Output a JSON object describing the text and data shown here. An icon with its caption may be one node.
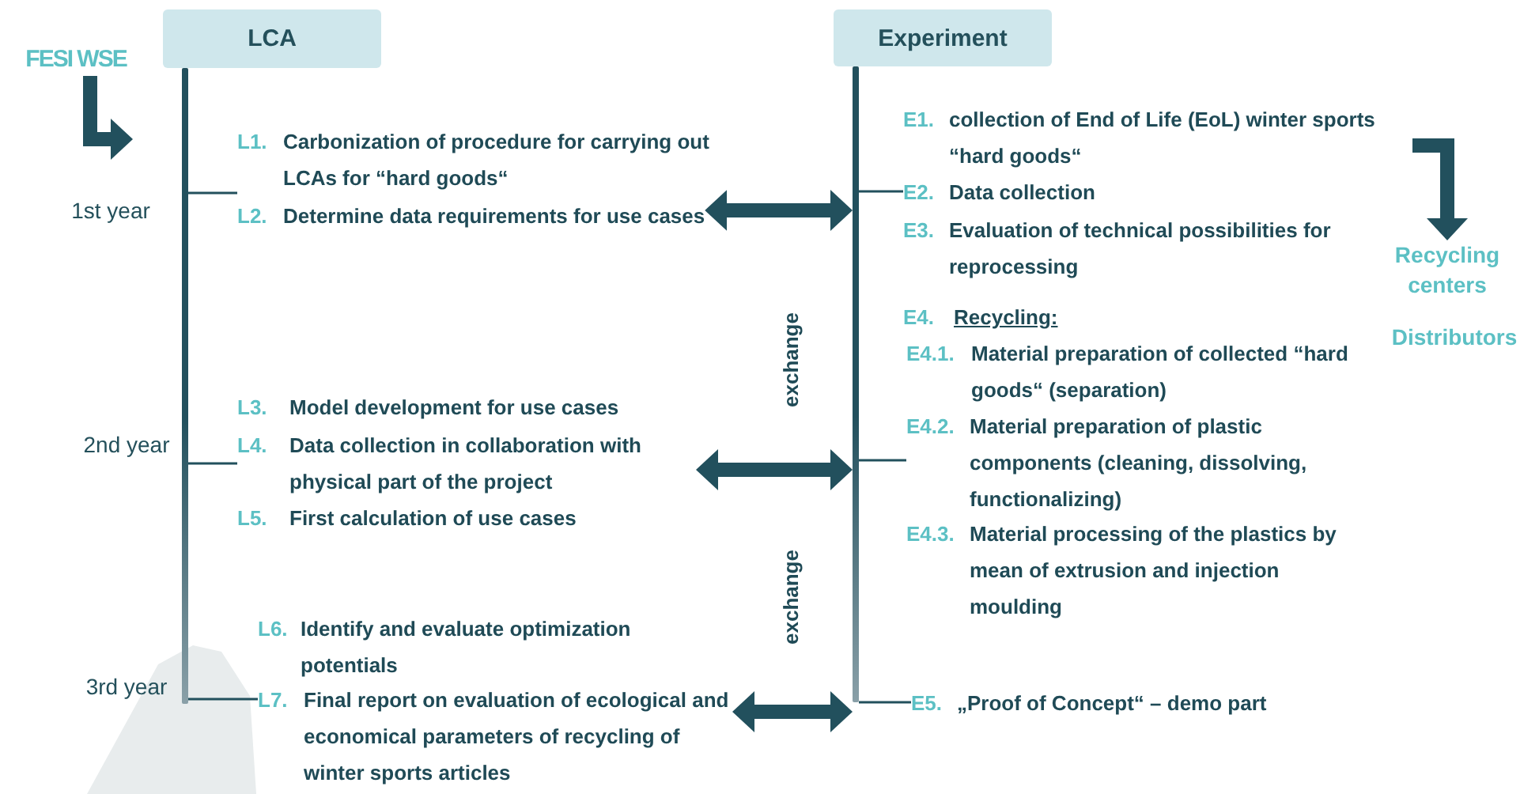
{
  "diagram": {
    "nodes": [
      {
        "text": [
          "LCA"
        ]
      },
      {
        "text": [
          "Experiment"
        ]
      },
      {
        "text": [],
        "shape": "bar"
      },
      {
        "text": [],
        "shape": "bar"
      },
      {
        "text": [
          "L1.",
          "Carbonization of procedure for carrying out LCAs for “hard goods“"
        ]
      },
      {
        "text": [
          "L2.",
          "Determine data requirements for use cases"
        ]
      },
      {
        "text": [
          "L3.",
          "Model development for use cases"
        ]
      },
      {
        "text": [
          "L4.",
          "Data collection in collaboration with physical part of the project"
        ]
      },
      {
        "text": [
          "L5.",
          "First calculation of use cases"
        ]
      },
      {
        "text": [
          "L6.",
          "Identify and evaluate optimization potentials"
        ]
      },
      {
        "text": [
          "L7.",
          "Final report on evaluation of ecological and economical parameters of recycling of winter sports articles"
        ]
      },
      {
        "text": [
          "E1.",
          "collection of End of Life (EoL) winter sports “hard goods“"
        ]
      },
      {
        "text": [
          "E2.",
          "Data collection"
        ]
      },
      {
        "text": [
          "E3.",
          "Evaluation of technical possibilities for reprocessing"
        ]
      },
      {
        "text": [
          "E4.",
          "Recycling:"
        ]
      },
      {
        "text": [
          "E4.1.",
          "Material preparation of collected “hard goods“ (separation)"
        ]
      },
      {
        "text": [
          "E4.2.",
          "Material preparation of plastic components (cleaning, dissolving, functionalizing)"
        ]
      },
      {
        "text": [
          "E4.3.",
          "Material processing of the plastics by mean of extrusion and injection moulding"
        ]
      },
      {
        "text": [
          "E5.",
          "„Proof of Concept“ – demo part"
        ]
      },
      {
        "text": [
          "FESI WSE"
        ]
      },
      {
        "text": [
          "Recycling centers"
        ]
      }
    ],
    "edges": [
      {
        "from": 2,
        "to": 4,
        "arrow": "none"
      },
      {
        "from": 2,
        "to": 7,
        "arrow": "none"
      },
      {
        "from": 2,
        "to": 10,
        "arrow": "none"
      },
      {
        "from": 3,
        "to": 12,
        "arrow": "none"
      },
      {
        "from": 3,
        "to": 16,
        "arrow": "none"
      },
      {
        "from": 3,
        "to": 18,
        "arrow": "none"
      },
      {
        "from": 5,
        "to": 3,
        "arrow": "both",
        "style": "thick"
      },
      {
        "from": 7,
        "to": 3,
        "arrow": "both",
        "style": "thick"
      },
      {
        "from": 10,
        "to": 3,
        "arrow": "both",
        "style": "thick"
      },
      {
        "from": 19,
        "to": null,
        "arrow": "to",
        "style": "thick"
      },
      {
        "from": null,
        "to": 20,
        "arrow": "to",
        "style": "thick"
      }
    ],
    "labels": [
      "1st year",
      "2nd year",
      "3rd year",
      "exchange",
      "exchange",
      "Distributors"
    ]
  }
}
